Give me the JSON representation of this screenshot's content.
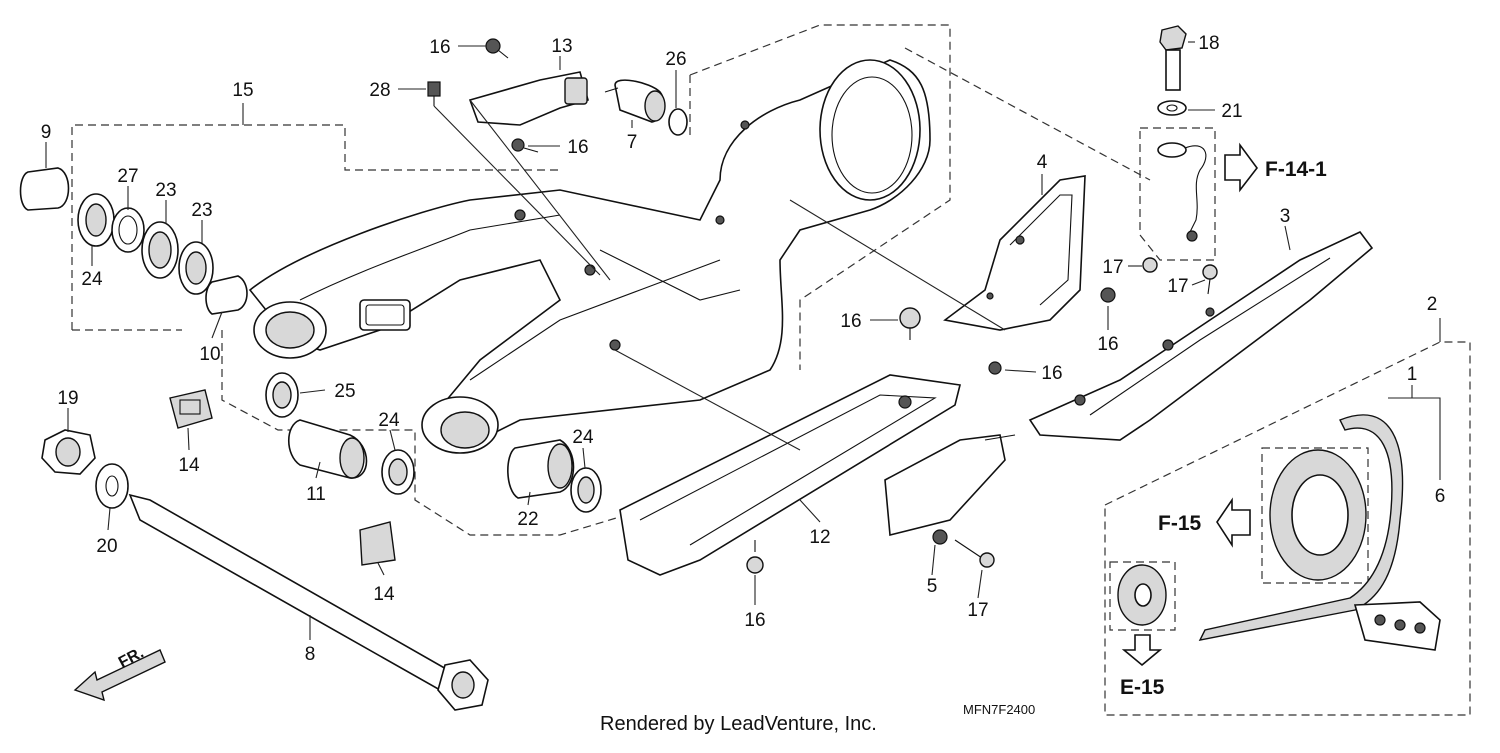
{
  "diagram": {
    "callouts": [
      {
        "id": "c1",
        "text": "1"
      },
      {
        "id": "c2",
        "text": "2"
      },
      {
        "id": "c3",
        "text": "3"
      },
      {
        "id": "c4",
        "text": "4"
      },
      {
        "id": "c5",
        "text": "5"
      },
      {
        "id": "c6",
        "text": "6"
      },
      {
        "id": "c7",
        "text": "7"
      },
      {
        "id": "c8",
        "text": "8"
      },
      {
        "id": "c9",
        "text": "9"
      },
      {
        "id": "c10",
        "text": "10"
      },
      {
        "id": "c11",
        "text": "11"
      },
      {
        "id": "c12",
        "text": "12"
      },
      {
        "id": "c13",
        "text": "13"
      },
      {
        "id": "c14a",
        "text": "14"
      },
      {
        "id": "c14b",
        "text": "14"
      },
      {
        "id": "c15",
        "text": "15"
      },
      {
        "id": "c16a",
        "text": "16"
      },
      {
        "id": "c16b",
        "text": "16"
      },
      {
        "id": "c16c",
        "text": "16"
      },
      {
        "id": "c16d",
        "text": "16"
      },
      {
        "id": "c16e",
        "text": "16"
      },
      {
        "id": "c16f",
        "text": "16"
      },
      {
        "id": "c17a",
        "text": "17"
      },
      {
        "id": "c17b",
        "text": "17"
      },
      {
        "id": "c17c",
        "text": "17"
      },
      {
        "id": "c18",
        "text": "18"
      },
      {
        "id": "c19",
        "text": "19"
      },
      {
        "id": "c20",
        "text": "20"
      },
      {
        "id": "c21",
        "text": "21"
      },
      {
        "id": "c22",
        "text": "22"
      },
      {
        "id": "c23a",
        "text": "23"
      },
      {
        "id": "c23b",
        "text": "23"
      },
      {
        "id": "c24a",
        "text": "24"
      },
      {
        "id": "c24b",
        "text": "24"
      },
      {
        "id": "c24c",
        "text": "24"
      },
      {
        "id": "c25",
        "text": "25"
      },
      {
        "id": "c26",
        "text": "26"
      },
      {
        "id": "c27",
        "text": "27"
      },
      {
        "id": "c28",
        "text": "28"
      }
    ],
    "references": {
      "f14_1": "F-14-1",
      "f15": "F-15",
      "e15": "E-15"
    },
    "direction_label": "FR.",
    "diagram_code": "MFN7F2400",
    "credit": "Rendered by LeadVenture, Inc."
  }
}
